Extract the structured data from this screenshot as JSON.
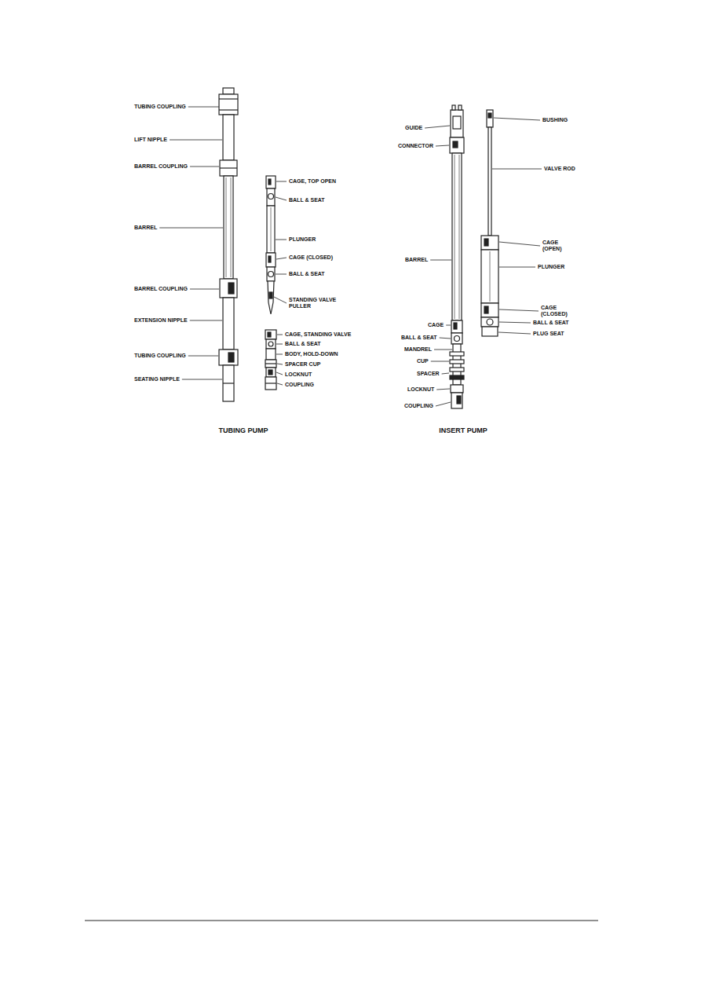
{
  "diagram": {
    "labels": [
      "TUBING COUPLING",
      "LIFT NIPPLE",
      "BARREL COUPLING",
      "BARREL",
      "BARREL COUPLING",
      "EXTENSION NIPPLE",
      "TUBING COUPLING",
      "SEATING NIPPLE",
      "CAGE, TOP OPEN",
      "BALL & SEAT",
      "PLUNGER",
      "CAGE (CLOSED)",
      "BALL & SEAT",
      "STANDING VALVE PULLER",
      "CAGE, STANDING VALVE",
      "BALL & SEAT",
      "BODY, HOLD-DOWN",
      "SPACER CUP",
      "LOCKNUT",
      "COUPLING",
      "TUBING PUMP",
      "GUIDE",
      "CONNECTOR",
      "BARREL",
      "CAGE",
      "BALL & SEAT",
      "MANDREL",
      "CUP",
      "SPACER",
      "LOCKNUT",
      "COUPLING",
      "BUSHING",
      "VALVE ROD",
      "CAGE (OPEN)",
      "PLUNGER",
      "CAGE (CLOSED)",
      "BALL & SEAT",
      "PLUG SEAT",
      "INSERT PUMP"
    ]
  }
}
